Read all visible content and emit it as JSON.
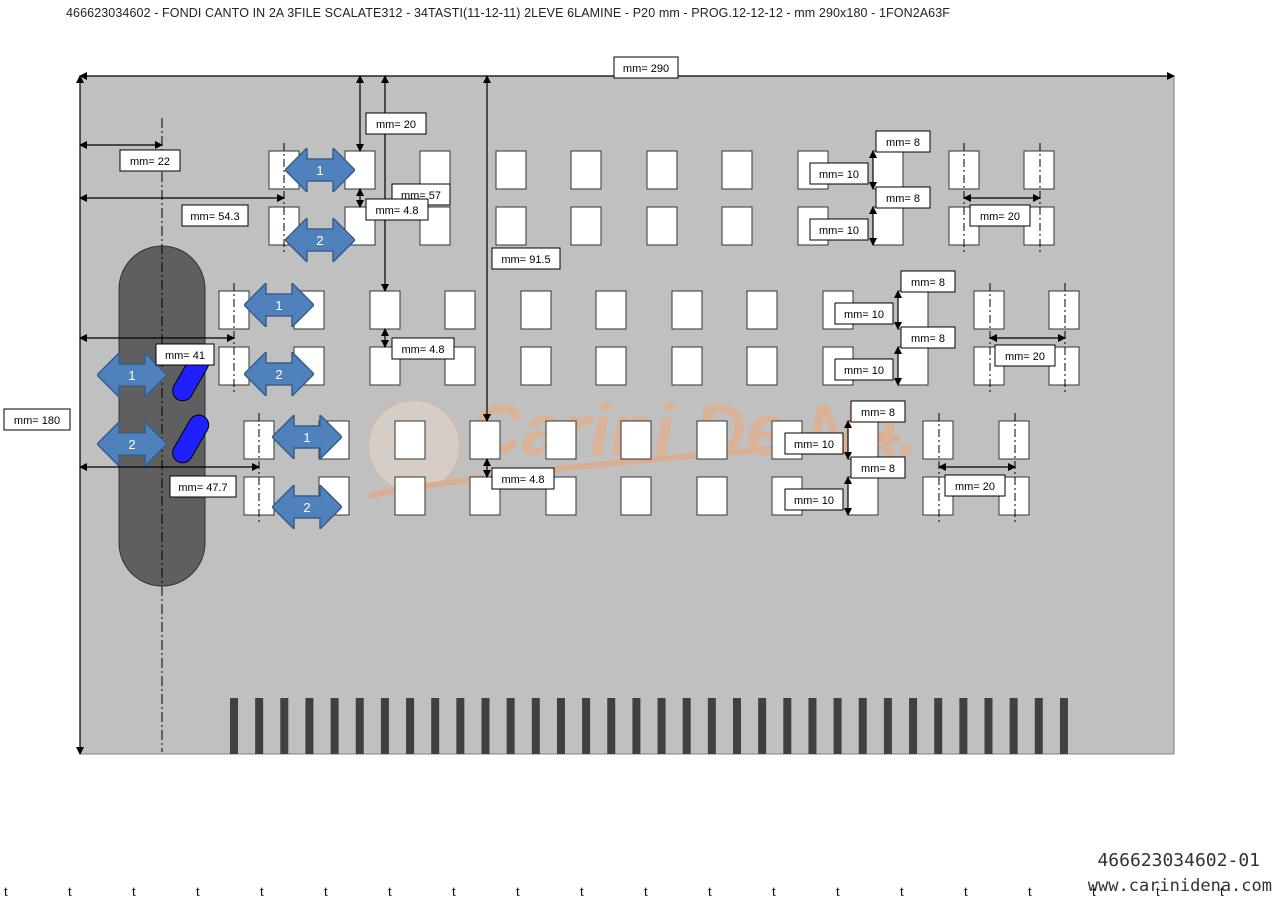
{
  "header": {
    "title": "466623034602 - FONDI CANTO IN 2A 3FILE SCALATE312 - 34TASTI(11-12-11) 2LEVE 6LAMINE - P20 mm - PROG.12-12-12 - mm 290x180 - 1FON2A63F"
  },
  "watermark": {
    "text": "Carini De Na.",
    "color": "#f0a878"
  },
  "colors": {
    "board": "#c0c0c0",
    "lever_arrow": "#4f81bd",
    "slider": "#2020ff",
    "grip": "#5f5f5f",
    "bar": "#404040"
  },
  "dimensions": {
    "width": "mm= 290",
    "height": "mm= 180",
    "left_22": "mm= 22",
    "left_54": "mm= 54.3",
    "left_41": "mm= 41",
    "left_47": "mm= 47.7",
    "top_20": "mm= 20",
    "top_57": "mm= 57",
    "top_91": "mm= 91.5",
    "gap1": "mm= 4.8",
    "gap2": "mm= 4.8",
    "gap3": "mm= 4.8",
    "r1_w1": "mm= 8",
    "r1_w2": "mm= 8",
    "r1_h1": "mm= 10",
    "r1_h2": "mm= 10",
    "r1_p": "mm= 20",
    "r2_w1": "mm= 8",
    "r2_w2": "mm= 8",
    "r2_h1": "mm= 10",
    "r2_h2": "mm= 10",
    "r2_p": "mm= 20",
    "r3_w1": "mm= 8",
    "r3_w2": "mm= 8",
    "r3_h1": "mm= 10",
    "r3_h2": "mm= 10",
    "r3_p": "mm= 20"
  },
  "arrows": {
    "r1_a": "1",
    "r1_b": "2",
    "r2_a": "1",
    "r2_b": "2",
    "r3_a": "1",
    "r3_b": "2",
    "lever_a": "1",
    "lever_b": "2"
  },
  "footer": {
    "code": "466623034602-01",
    "site": "www.carinidena.com",
    "marks": [
      "t",
      "t",
      "t",
      "t",
      "t",
      "t",
      "t",
      "t",
      "t",
      "t",
      "t",
      "t",
      "t",
      "t",
      "t",
      "t",
      "t",
      "t",
      "t",
      "t"
    ]
  }
}
